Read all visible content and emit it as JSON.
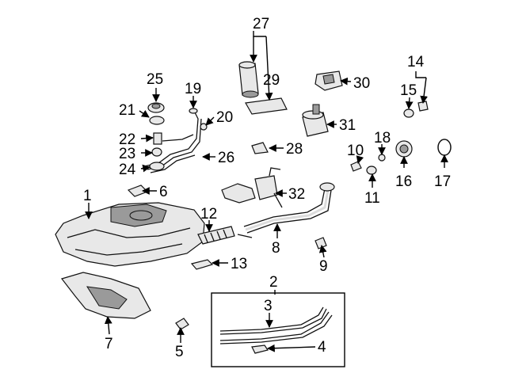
{
  "callouts": {
    "c1": "1",
    "c2": "2",
    "c3": "3",
    "c4": "4",
    "c5": "5",
    "c6": "6",
    "c7": "7",
    "c8": "8",
    "c9": "9",
    "c10": "10",
    "c11": "11",
    "c12": "12",
    "c13": "13",
    "c14": "14",
    "c15": "15",
    "c16": "16",
    "c17": "17",
    "c18": "18",
    "c19": "19",
    "c20": "20",
    "c21": "21",
    "c22": "22",
    "c23": "23",
    "c24": "24",
    "c25": "25",
    "c26": "26",
    "c27": "27",
    "c28": "28",
    "c29": "29",
    "c30": "30",
    "c31": "31",
    "c32": "32"
  },
  "colors": {
    "line": "#000000",
    "part_fill": "#e8e8e8",
    "part_shade": "#9a9a9a",
    "background": "#ffffff"
  }
}
